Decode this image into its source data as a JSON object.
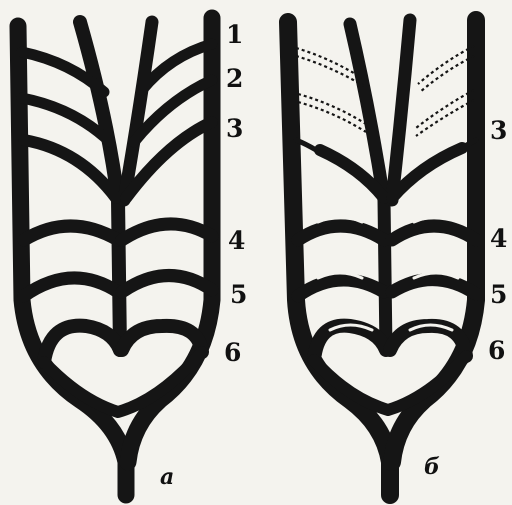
{
  "panel_a": {
    "caption": "а",
    "arch_labels": [
      "1",
      "2",
      "3",
      "4",
      "5",
      "6"
    ]
  },
  "panel_b": {
    "caption": "б",
    "arch_labels": [
      "3",
      "4",
      "5",
      "6"
    ]
  },
  "colors": {
    "ink": "#151515",
    "paper": "#f4f3ee"
  }
}
